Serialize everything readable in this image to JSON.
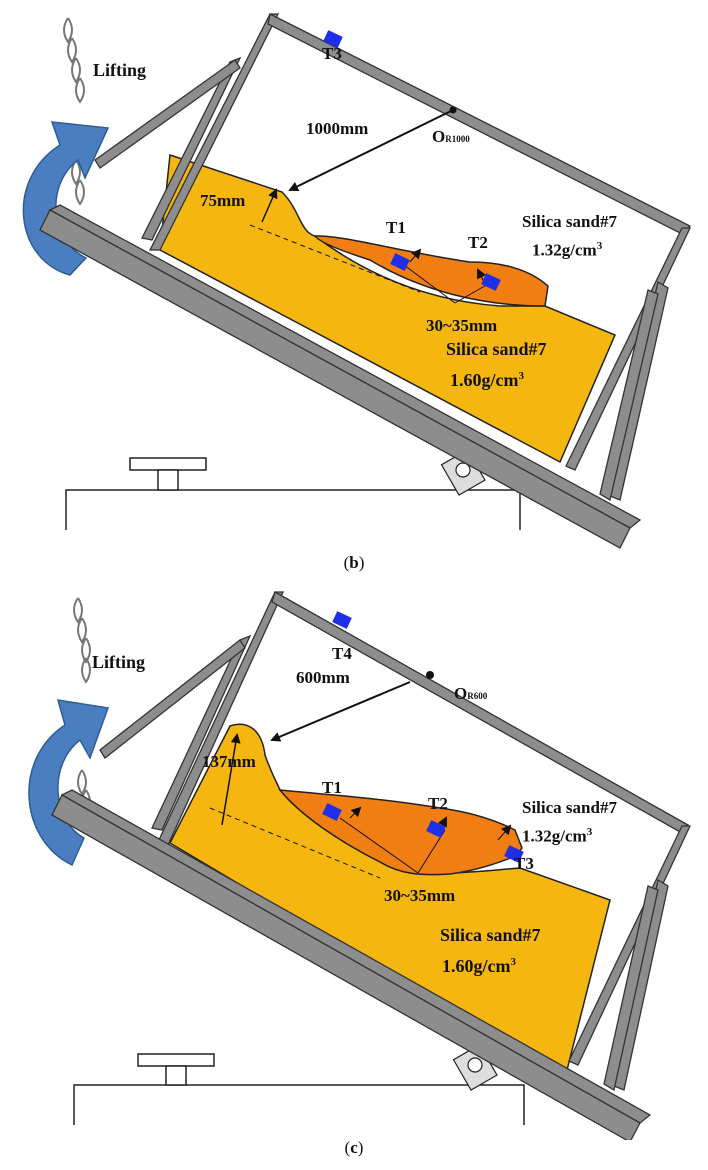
{
  "panel_b": {
    "caption_open": "(",
    "caption_letter": "b",
    "caption_close": ")",
    "lifting": "Lifting",
    "radius": "1000mm",
    "center_prefix": "O",
    "center_sub": "R1000",
    "height": "75mm",
    "sensor_top": "T3",
    "sensor_1": "T1",
    "sensor_2": "T2",
    "thickness": "30~35mm",
    "upper_material": "Silica sand#7",
    "upper_density": "1.32g/cm",
    "lower_material": "Silica sand#7",
    "lower_density": "1.60g/cm",
    "density_sup": "3"
  },
  "panel_c": {
    "caption_open": "(",
    "caption_letter": "c",
    "caption_close": ")",
    "lifting": "Lifting",
    "radius": "600mm",
    "center_prefix": "O",
    "center_sub": "R600",
    "height": "137mm",
    "sensor_top": "T4",
    "sensor_1": "T1",
    "sensor_2": "T2",
    "sensor_3": "T3",
    "thickness": "30~35mm",
    "upper_material": "Silica sand#7",
    "upper_density": "1.32g/cm",
    "lower_material": "Silica sand#7",
    "lower_density": "1.60g/cm",
    "density_sup": "3"
  },
  "colors": {
    "lower_sand": "#f5b70f",
    "upper_sand": "#f07e12",
    "frame": "#8a8a8a",
    "sensor": "#1f2ee8",
    "arrow": "#4a7ec0"
  }
}
